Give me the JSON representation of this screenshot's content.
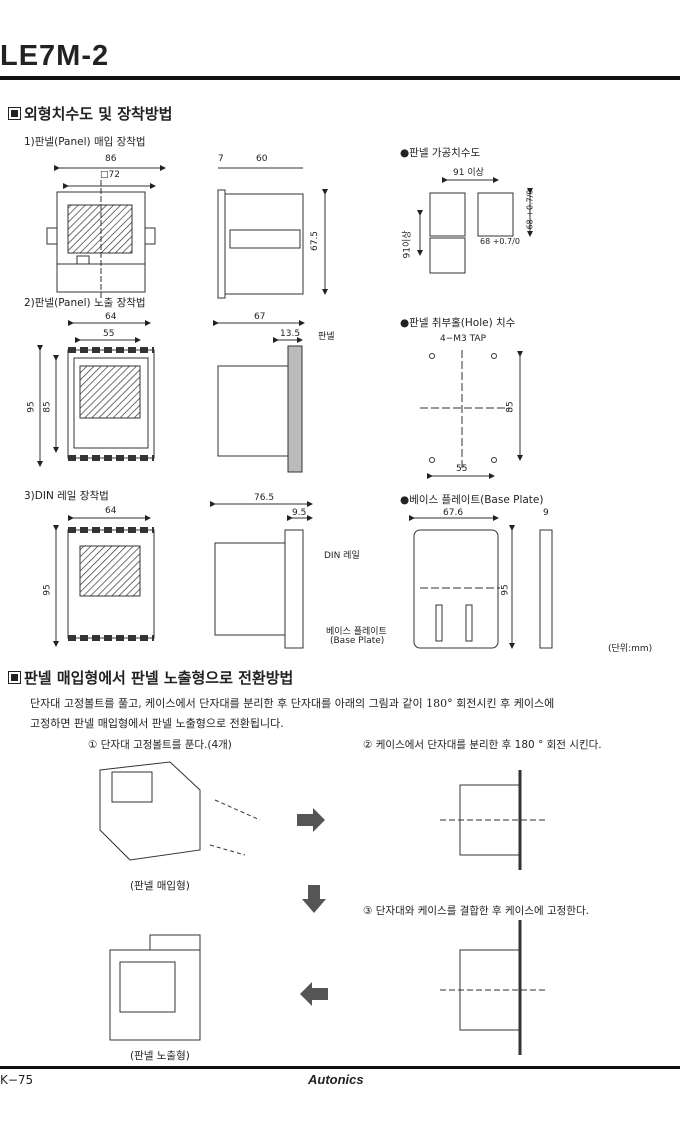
{
  "header": {
    "title": "LE7M-2"
  },
  "section1": {
    "heading": "외형치수도 및 장착방법",
    "panel_flush": {
      "label": "1)판넬(Panel) 매입 장착법",
      "dims": [
        "86",
        "□72",
        "7",
        "60",
        "67.5"
      ]
    },
    "panel_cutout": {
      "label": "●판넬 가공치수도",
      "dims": [
        "91 이상",
        "91이상",
        "68 +0.7/0",
        "68 +0.7/0"
      ]
    },
    "panel_surface": {
      "label": "2)판넬(Panel) 노출 장착법",
      "dims": [
        "64",
        "55",
        "95",
        "85",
        "67",
        "13.5"
      ],
      "callout": "판넬"
    },
    "hole": {
      "label": "●판넬 취부홀(Hole) 치수",
      "tap": "4−M3 TAP",
      "dims": [
        "85",
        "55"
      ]
    },
    "din": {
      "label": "3)DIN 레일 장착법",
      "dims": [
        "64",
        "95",
        "76.5",
        "9.5"
      ],
      "callouts": [
        "DIN 레일",
        "베이스 플레이트",
        "(Base Plate)"
      ]
    },
    "base_plate": {
      "label": "●베이스 플레이트(Base Plate)",
      "dims": [
        "67.6",
        "9",
        "95"
      ]
    },
    "unit": "(단위:mm)"
  },
  "section2": {
    "heading": "판넬 매입형에서 판넬 노출형으로 전환방법",
    "paragraph_line1": "단자대 고정볼트를 풀고, 케이스에서 단자대를 분리한 후 단자대를 아래의 그림과 같이 180° 회전시킨 후 케이스에",
    "paragraph_line2": "고정하면 판넬 매입형에서 판넬 노출형으로 전환됩니다.",
    "step1": "① 단자대 고정볼트를 푼다.(4개)",
    "step2": "② 케이스에서 단자대를 분리한 후 180 ° 회전 시킨다.",
    "step3": "③ 단자대와 케이스를 결합한 후 케이스에 고정한다.",
    "caption_flush": "(판넬 매입형)",
    "caption_surface": "(판넬 노출형)"
  },
  "footer": {
    "page": "K−75",
    "brand": "Autonics"
  }
}
